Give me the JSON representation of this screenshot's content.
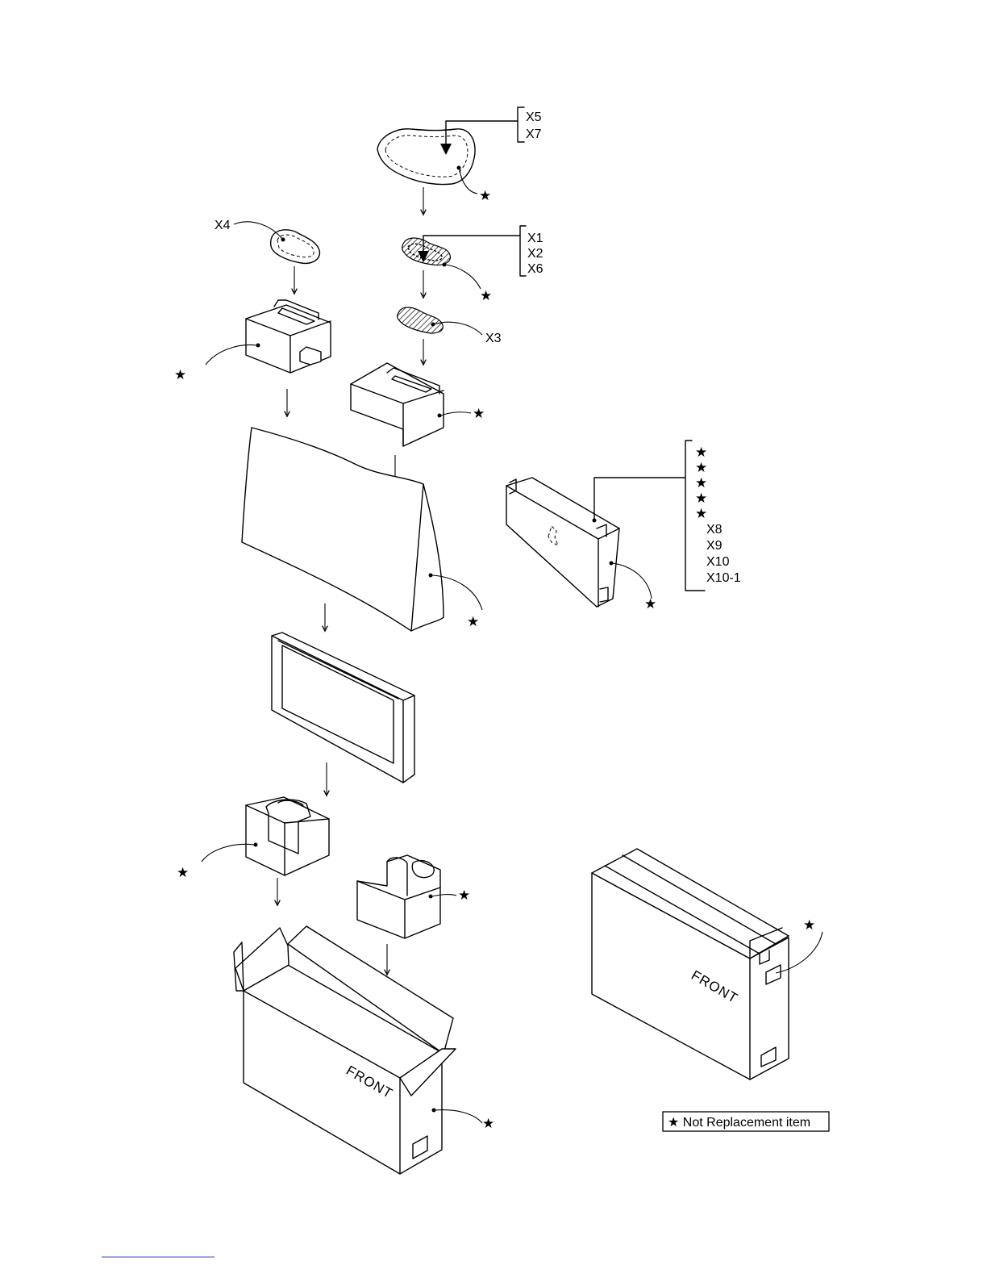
{
  "star_symbol": "★",
  "callouts": {
    "pad_top": [
      "X5",
      "X7"
    ],
    "bag_top": [
      "X1",
      "X2",
      "X6"
    ],
    "bag_second": "X3",
    "bag_left": "X4",
    "accessory_box": [
      "X8",
      "X9",
      "X10",
      "X10-1"
    ]
  },
  "box_label_open": "FRONT",
  "box_label_closed": "FRONT",
  "legend": {
    "text": "★ Not Replacement item"
  }
}
